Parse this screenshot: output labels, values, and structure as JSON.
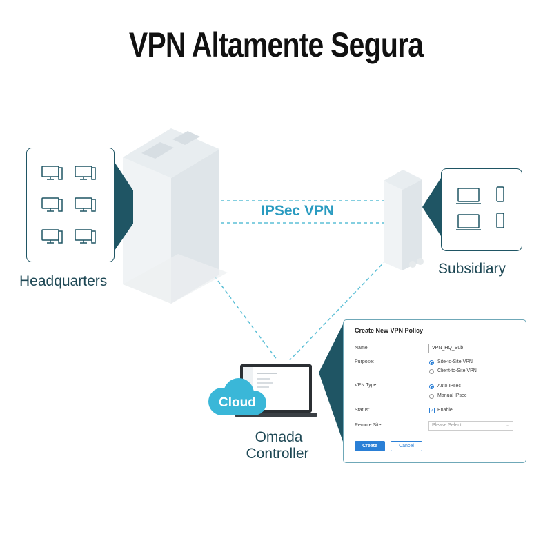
{
  "title": "VPN Altamente Segura",
  "nodes": {
    "headquarters": "Headquarters",
    "subsidiary": "Subsidiary",
    "ipsec": "IPSec VPN",
    "cloud": "Cloud",
    "controller_line1": "Omada",
    "controller_line2": "Controller"
  },
  "dialog": {
    "title": "Create New VPN Policy",
    "name_label": "Name:",
    "name_value": "VPN_HQ_Sub",
    "purpose_label": "Purpose:",
    "purpose_options": [
      "Site-to-Site VPN",
      "Client-to-Site VPN"
    ],
    "purpose_selected": 0,
    "vpn_type_label": "VPN Type:",
    "vpn_type_options": [
      "Auto IPsec",
      "Manual IPsec"
    ],
    "vpn_type_selected": 0,
    "status_label": "Status:",
    "status_option": "Enable",
    "status_checked": true,
    "remote_site_label": "Remote Site:",
    "remote_site_placeholder": "Please Select...",
    "create_label": "Create",
    "cancel_label": "Cancel"
  },
  "colors": {
    "accent_dark": "#1f5564",
    "accent_blue": "#2a9bc0",
    "cloud": "#3ab7d8",
    "button": "#2a7fd6"
  }
}
